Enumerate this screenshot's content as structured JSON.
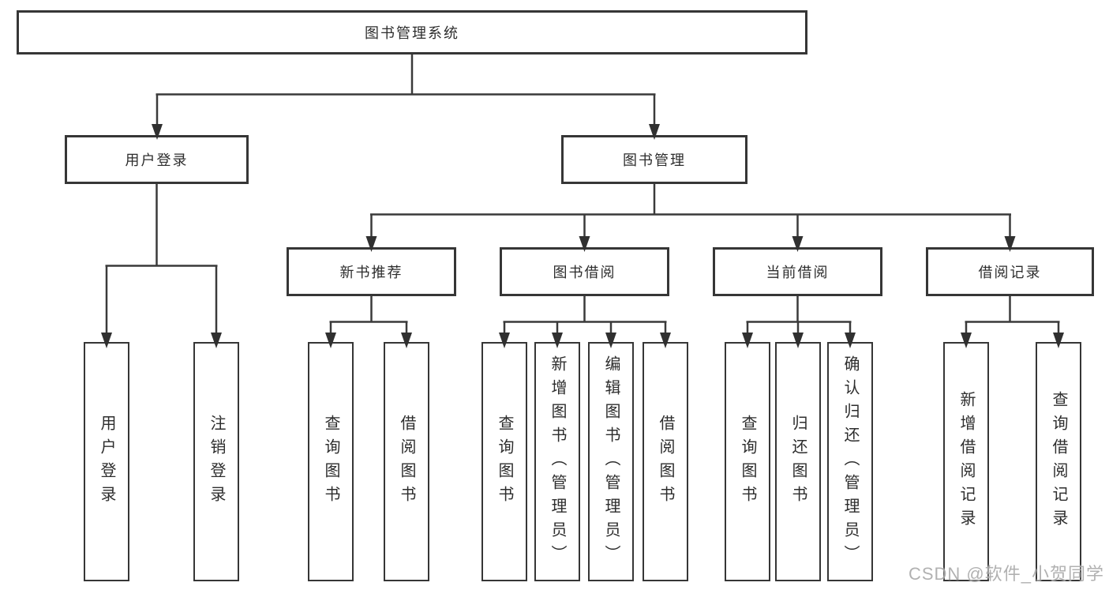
{
  "tree": {
    "root": {
      "label": "图书管理系统",
      "children": [
        {
          "label": "用户登录",
          "children": [
            {
              "label": "用户登录"
            },
            {
              "label": "注销登录"
            }
          ]
        },
        {
          "label": "图书管理",
          "children": [
            {
              "label": "新书推荐",
              "children": [
                {
                  "label": "查询图书"
                },
                {
                  "label": "借阅图书"
                }
              ]
            },
            {
              "label": "图书借阅",
              "children": [
                {
                  "label": "查询图书"
                },
                {
                  "label": "新增图书（管理员）"
                },
                {
                  "label": "编辑图书（管理员）"
                },
                {
                  "label": "借阅图书"
                }
              ]
            },
            {
              "label": "当前借阅",
              "children": [
                {
                  "label": "查询图书"
                },
                {
                  "label": "归还图书"
                },
                {
                  "label": "确认归还（管理员）"
                }
              ]
            },
            {
              "label": "借阅记录",
              "children": [
                {
                  "label": "新增借阅记录"
                },
                {
                  "label": "查询借阅记录"
                }
              ]
            }
          ]
        }
      ]
    }
  },
  "watermark": {
    "text": "CSDN @软件_小贺同学"
  },
  "colors": {
    "line": "#3a3a3a",
    "box_border": "#363636",
    "text": "#2d2d2d",
    "watermark": "#a9a9a9",
    "background": "#ffffff"
  }
}
